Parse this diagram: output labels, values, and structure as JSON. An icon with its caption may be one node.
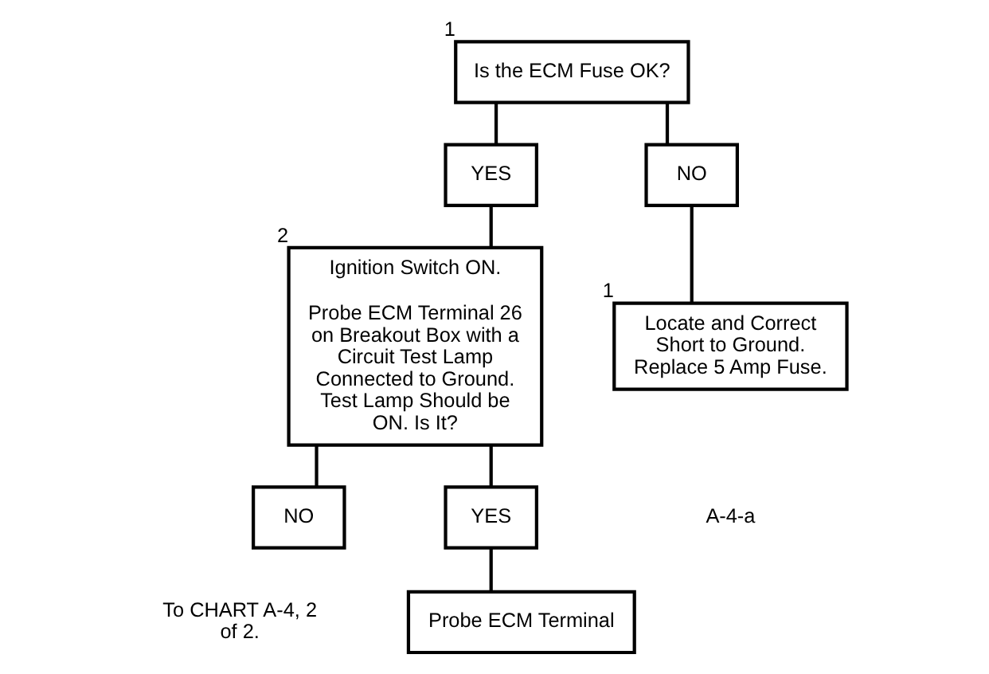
{
  "diagram": {
    "nodes": [
      {
        "text": [
          "Is the ECM Fuse OK?"
        ],
        "beside": [
          "1"
        ]
      },
      {
        "text": [
          "YES"
        ]
      },
      {
        "text": [
          "NO"
        ]
      },
      {
        "text": [
          "Ignition Switch ON.",
          "Probe ECM Terminal 26 on Breakout Box with a Circuit Test Lamp Connected to Ground. Test Lamp Should be ON. Is It?"
        ],
        "beside": [
          "2"
        ]
      },
      {
        "text": [
          "Locate and Correct Short to Ground. Replace 5 Amp Fuse."
        ],
        "beside": [
          "1"
        ]
      },
      {
        "text": [
          "NO"
        ]
      },
      {
        "text": [
          "YES"
        ]
      },
      {
        "text": [
          "Probe ECM Terminal"
        ]
      }
    ],
    "edges": [
      {
        "from": 0,
        "to": 1,
        "arrow": "none"
      },
      {
        "from": 0,
        "to": 2,
        "arrow": "none"
      },
      {
        "from": 1,
        "to": 3,
        "arrow": "none"
      },
      {
        "from": 2,
        "to": 4,
        "arrow": "none"
      },
      {
        "from": 3,
        "to": 5,
        "arrow": "none"
      },
      {
        "from": 3,
        "to": 6,
        "arrow": "none"
      },
      {
        "from": 6,
        "to": 7,
        "arrow": "none"
      }
    ],
    "labels": [
      "A-4-a",
      "To CHART A-4, 2 of 2."
    ]
  }
}
